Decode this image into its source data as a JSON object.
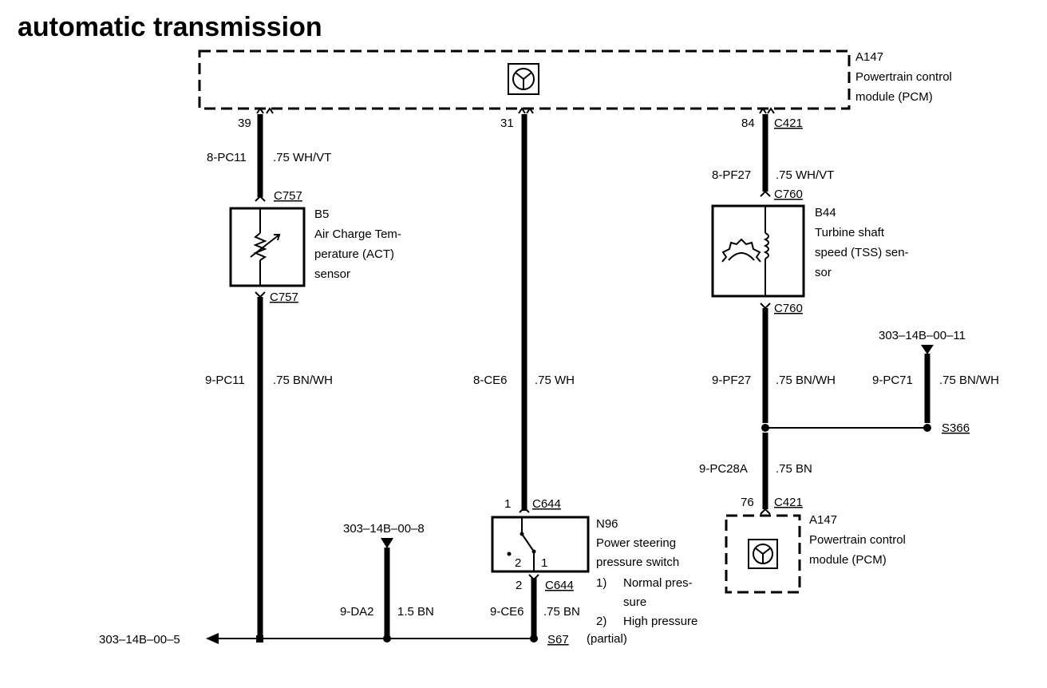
{
  "title": "automatic transmission",
  "pcm_top": {
    "ref": "A147",
    "name_line1": "Powertrain control",
    "name_line2": "module (PCM)"
  },
  "left_wire": {
    "pin": "39",
    "upper_id": "8-PC11",
    "upper_spec": ".75 WH/VT",
    "conn_top": "C757",
    "conn_bottom": "C757",
    "lower_id": "9-PC11",
    "lower_spec": ".75 BN/WH"
  },
  "act_sensor": {
    "ref": "B5",
    "line1": "Air Charge Tem-",
    "line2": "perature (ACT)",
    "line3": "sensor"
  },
  "middle_wire": {
    "pin": "31",
    "id": "8-CE6",
    "spec": ".75 WH"
  },
  "psp_switch": {
    "pin_top": "1",
    "conn_top": "C644",
    "ref": "N96",
    "line1": "Power steering",
    "line2": "pressure switch",
    "pos_left": "2",
    "pos_right": "1",
    "pin_bottom": "2",
    "conn_bottom": "C644",
    "note1_num": "1)",
    "note1_line1": "Normal pres-",
    "note1_line2": "sure",
    "note2_num": "2)",
    "note2_text": "High pressure",
    "lower_id": "9-CE6",
    "lower_spec": ".75 BN"
  },
  "right_wire": {
    "pin": "84",
    "conn": "C421",
    "upper_id": "8-PF27",
    "upper_spec": ".75 WH/VT",
    "conn_top": "C760",
    "conn_bottom": "C760",
    "lower_id": "9-PF27",
    "lower_spec": ".75 BN/WH"
  },
  "tss_sensor": {
    "ref": "B44",
    "line1": "Turbine shaft",
    "line2": "speed (TSS) sen-",
    "line3": "sor"
  },
  "pc71_wire": {
    "ref": "303–14B–00–11",
    "id": "9-PC71",
    "spec": ".75 BN/WH",
    "splice": "S366"
  },
  "pc28a_wire": {
    "id": "9-PC28A",
    "spec": ".75 BN",
    "pin": "76",
    "conn": "C421"
  },
  "pcm_bottom": {
    "ref": "A147",
    "name_line1": "Powertrain control",
    "name_line2": "module (PCM)"
  },
  "ground_branch": {
    "ref": "303–14B–00–8",
    "id": "9-DA2",
    "spec": "1.5 BN"
  },
  "bottom_bus": {
    "ref": "303–14B–00–5",
    "splice": "S67",
    "note": "(partial)"
  }
}
